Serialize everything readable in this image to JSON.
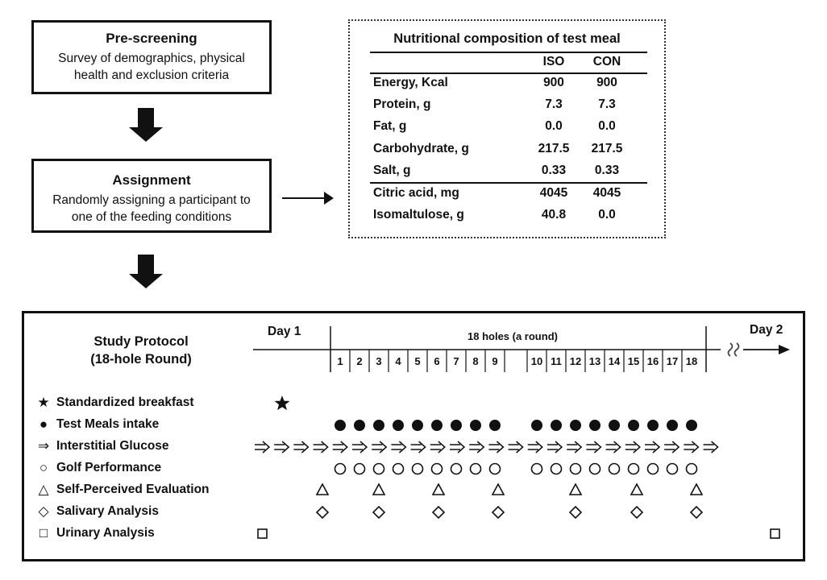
{
  "flow": {
    "prescreen": {
      "title": "Pre-screening",
      "desc": [
        "Survey of demographics, physical",
        "health and exclusion criteria"
      ]
    },
    "assignment": {
      "title": "Assignment",
      "desc": [
        "Randomly assigning a participant to",
        "one of the feeding conditions"
      ]
    }
  },
  "nutrition": {
    "title": "Nutritional composition of test meal",
    "columns": [
      "ISO",
      "CON"
    ],
    "rows": [
      {
        "label": "Energy,  Kcal",
        "iso": "900",
        "con": "900"
      },
      {
        "label": "Protein,  g",
        "iso": "7.3",
        "con": "7.3"
      },
      {
        "label": "Fat,  g",
        "iso": "0.0",
        "con": "0.0"
      },
      {
        "label": "Carbohydrate,  g",
        "iso": "217.5",
        "con": "217.5"
      },
      {
        "label": "Salt, g",
        "iso": "0.33",
        "con": "0.33"
      },
      {
        "label": "Citric acid, mg",
        "iso": "4045",
        "con": "4045"
      },
      {
        "label": "Isomaltulose,  g",
        "iso": "40.8",
        "con": "0.0"
      }
    ]
  },
  "protocol": {
    "title_line1": "Study Protocol",
    "title_line2": "(18-hole Round)",
    "day1": "Day 1",
    "day2": "Day 2",
    "round_label": "18 holes (a round)",
    "holes": [
      "1",
      "2",
      "3",
      "4",
      "5",
      "6",
      "7",
      "8",
      "9",
      "10",
      "11",
      "12",
      "13",
      "14",
      "15",
      "16",
      "17",
      "18"
    ],
    "legend": [
      {
        "symbol": "★",
        "label": "Standardized breakfast",
        "icon": "star-icon"
      },
      {
        "symbol": "●",
        "label": "Test Meals intake",
        "icon": "filled-circle-icon"
      },
      {
        "symbol": "⇒",
        "label": "Interstitial Glucose",
        "icon": "double-arrow-icon"
      },
      {
        "symbol": "○",
        "label": "Golf Performance",
        "icon": "open-circle-icon"
      },
      {
        "symbol": "△",
        "label": "Self-Perceived Evaluation",
        "icon": "triangle-icon"
      },
      {
        "symbol": "◇",
        "label": "Salivary Analysis",
        "icon": "diamond-icon"
      },
      {
        "symbol": "□",
        "label": "Urinary Analysis",
        "icon": "square-icon"
      }
    ]
  }
}
